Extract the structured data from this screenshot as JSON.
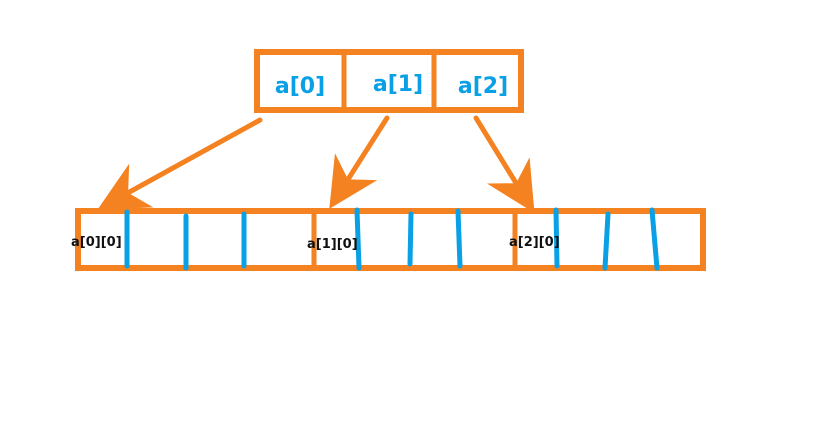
{
  "colors": {
    "frame": "#f58220",
    "accent": "#0aa0e6",
    "text": "#111111",
    "background": "#ffffff"
  },
  "pointer_array": {
    "cells": [
      "a[0]",
      "a[1]",
      "a[2]"
    ]
  },
  "row_array": {
    "labels": [
      "a[0][0]",
      "a[1][0]",
      "a[2][0]"
    ]
  }
}
